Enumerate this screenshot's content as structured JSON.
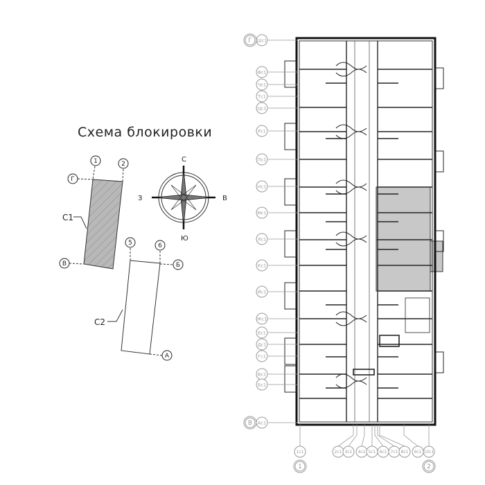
{
  "title": "Схема блокировки",
  "scheme": {
    "block1_label": "С1",
    "block2_label": "С2",
    "axes": [
      "1",
      "2",
      "5",
      "6",
      "Г",
      "В",
      "Б",
      "А"
    ]
  },
  "compass": {
    "north": "С",
    "south": "Ю",
    "west": "З",
    "east": "В"
  },
  "plan": {
    "row_axis_top": "Г",
    "row_axis_bottom": "В",
    "col_axis_left": "1",
    "col_axis_right": "2",
    "left_marks": [
      "Шс1",
      "Фс1",
      "Чс1",
      "Тс1",
      "Цс1",
      "Рс1",
      "Пс1",
      "Нс1",
      "Мс1",
      "Лс1",
      "Кс1",
      "Йс1",
      "Жс1",
      "Ес1",
      "Дс1",
      "Гс1",
      "Вс1",
      "Бс1",
      "Ас1"
    ],
    "bottom_marks": [
      "1с1",
      "2с1",
      "3с1",
      "4с1",
      "5с1",
      "6с1",
      "7с1",
      "8с1",
      "9с1",
      "10с1"
    ],
    "highlight_color": "#c8c8c8"
  }
}
